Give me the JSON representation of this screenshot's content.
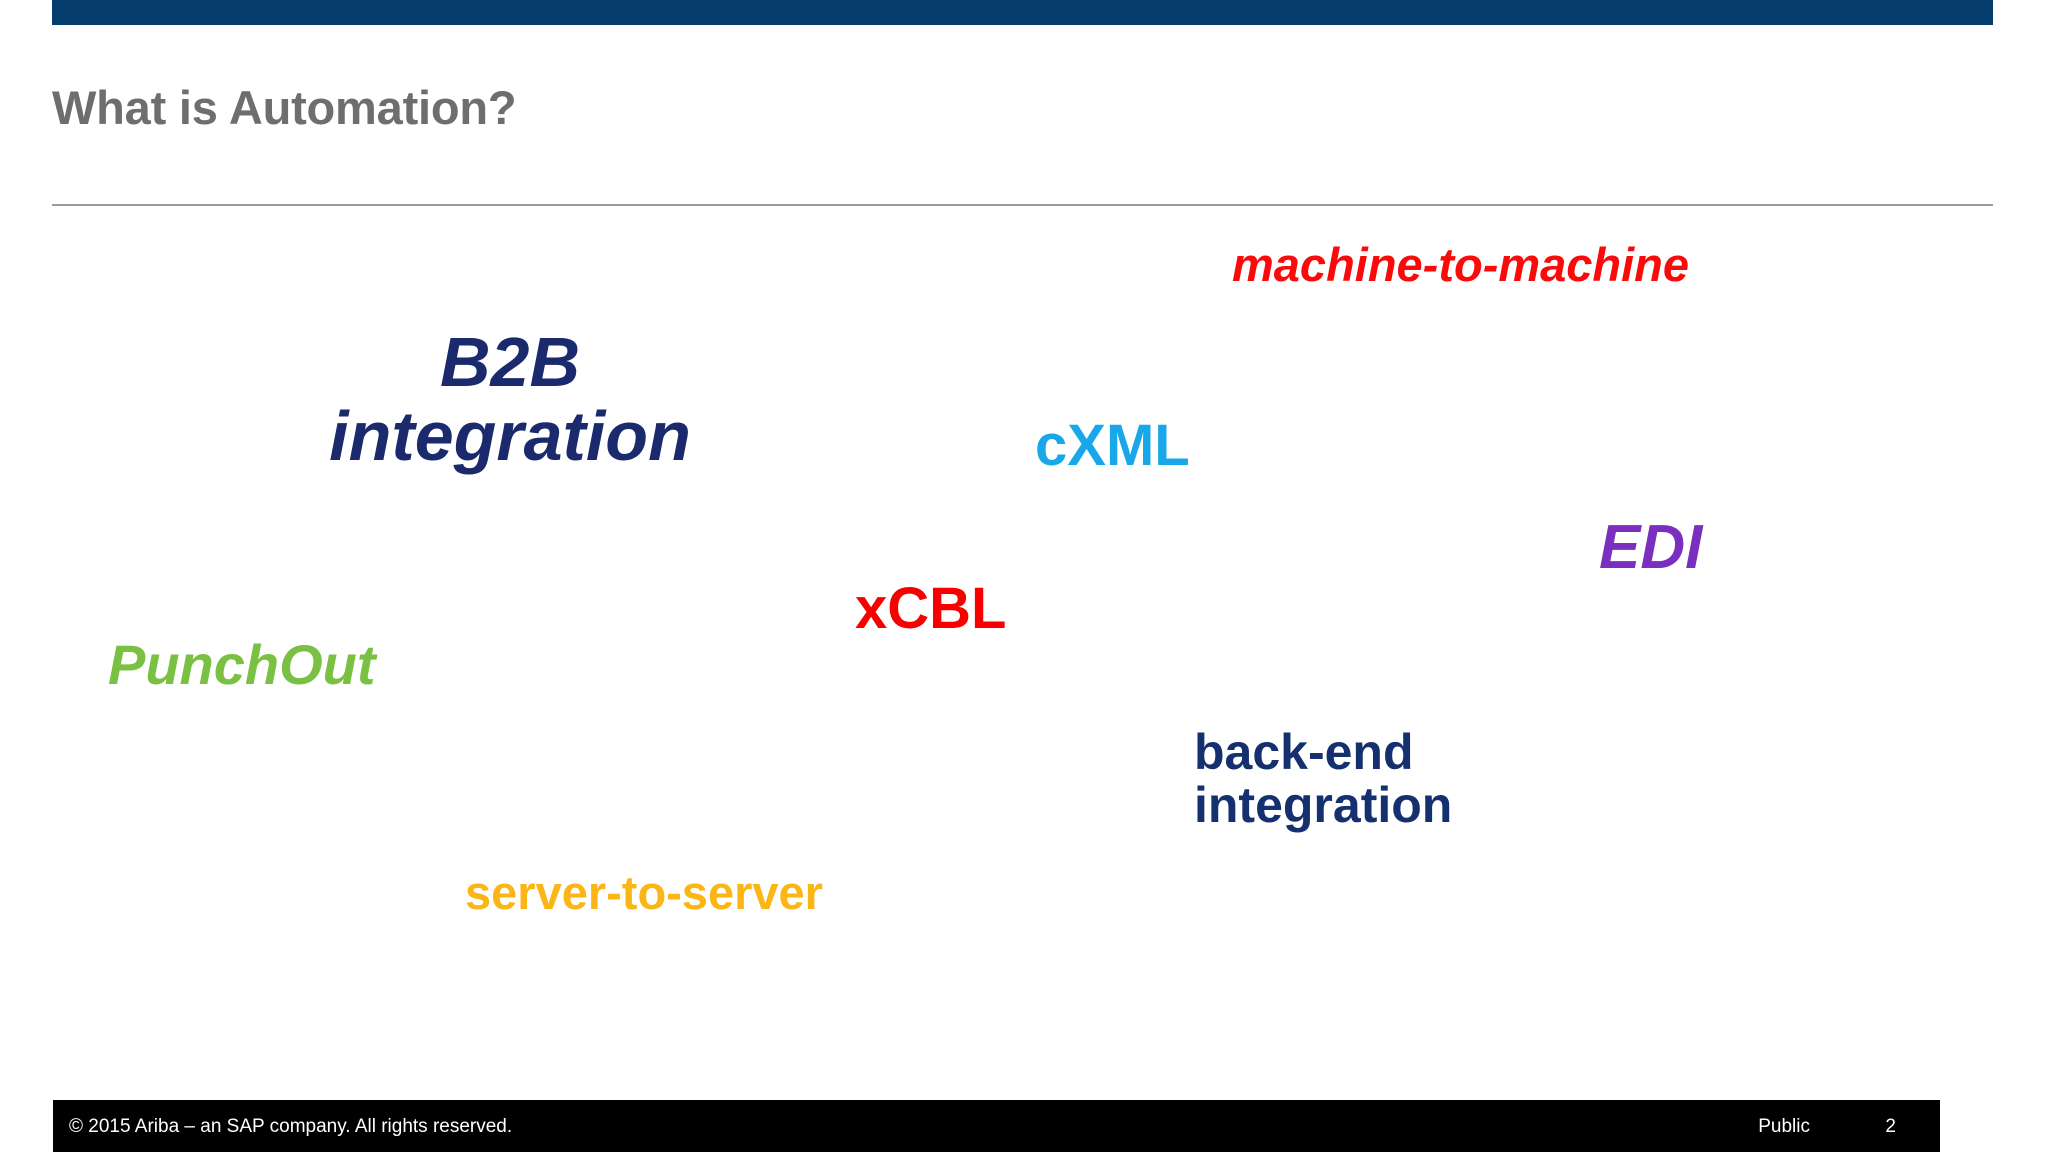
{
  "slide": {
    "title": "What is Automation?",
    "page_number": "2",
    "accent_bar_color": "#043d6e",
    "title_color": "#6e6e6e",
    "rule_color": "#9a9a9a"
  },
  "word_cloud": {
    "words": [
      {
        "text": "machine-to-machine",
        "color": "#fa0a0a",
        "style": "bold-italic"
      },
      {
        "text": "B2B integration",
        "color": "#1a2a6c",
        "style": "bold-italic"
      },
      {
        "text": "cXML",
        "color": "#18a8ea",
        "style": "bold"
      },
      {
        "text": "EDI",
        "color": "#7b2fbe",
        "style": "bold-italic"
      },
      {
        "text": "xCBL",
        "color": "#f90000",
        "style": "bold"
      },
      {
        "text": "PunchOut",
        "color": "#7ac143",
        "style": "bold-italic"
      },
      {
        "text": "back-end integration",
        "color": "#15306e",
        "style": "bold"
      },
      {
        "text": "server-to-server",
        "color": "#fbb515",
        "style": "bold"
      }
    ],
    "b2b_line1": "B2B",
    "b2b_line2": "integration",
    "backend_line1": "back-end",
    "backend_line2": "integration"
  },
  "footer": {
    "copyright": "©  2015 Ariba – an SAP company. All rights reserved.",
    "classification": "Public",
    "page_number": "2",
    "background_color": "#000000",
    "text_color": "#ffffff"
  }
}
